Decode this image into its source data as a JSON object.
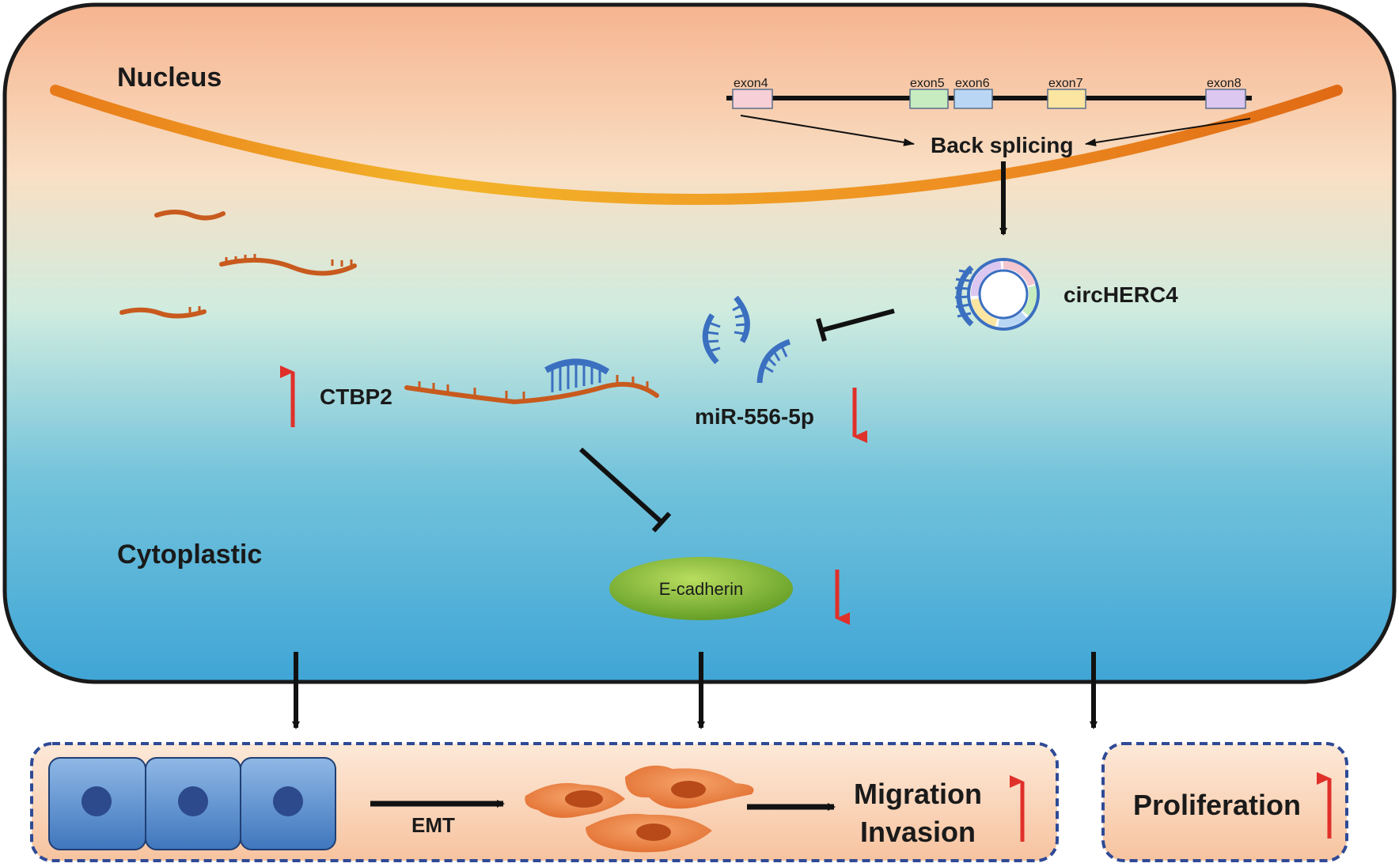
{
  "regions": {
    "nucleus_label": "Nucleus",
    "cytoplasm_label": "Cytoplastic"
  },
  "gene": {
    "exons": [
      {
        "label": "exon4",
        "color": "#f7cfd6"
      },
      {
        "label": "exon5",
        "color": "#c6ecc0"
      },
      {
        "label": "exon6",
        "color": "#b9d7f4"
      },
      {
        "label": "exon7",
        "color": "#fbe5a0"
      },
      {
        "label": "exon8",
        "color": "#dcc7f0"
      }
    ],
    "process_label": "Back splicing"
  },
  "molecules": {
    "circrna_label": "circHERC4",
    "mirna_label": "miR-556-5p",
    "target_label": "CTBP2",
    "protein_label": "E-cadherin"
  },
  "outcomes": {
    "transition_label": "EMT",
    "migration_label": "Migration",
    "invasion_label": "Invasion",
    "proliferation_label": "Proliferation"
  },
  "colors": {
    "membrane": "#1a1a1a",
    "up_arrow": "#e0302a",
    "down_arrow": "#e0302a",
    "mrna": "#c85a1e",
    "mirna": "#3b6fc0",
    "ecadherin": "#7dbb2c",
    "outcome_border": "#2f4a96"
  }
}
